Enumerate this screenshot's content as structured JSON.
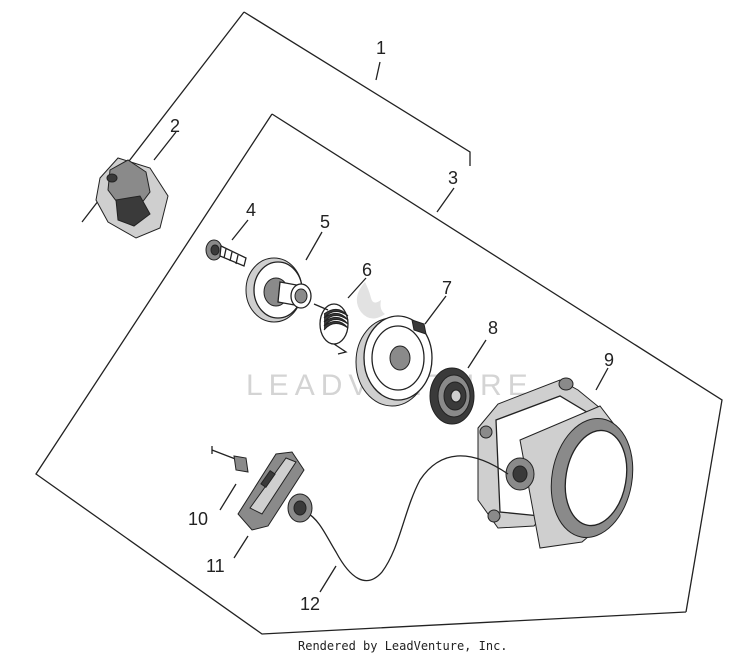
{
  "watermark": "LEADVENTURE",
  "footer": "Rendered by LeadVenture, Inc.",
  "callouts": {
    "c1": "1",
    "c2": "2",
    "c3": "3",
    "c4": "4",
    "c5": "5",
    "c6": "6",
    "c7": "7",
    "c8": "8",
    "c9": "9",
    "c10": "10",
    "c11": "11",
    "c12": "12"
  }
}
